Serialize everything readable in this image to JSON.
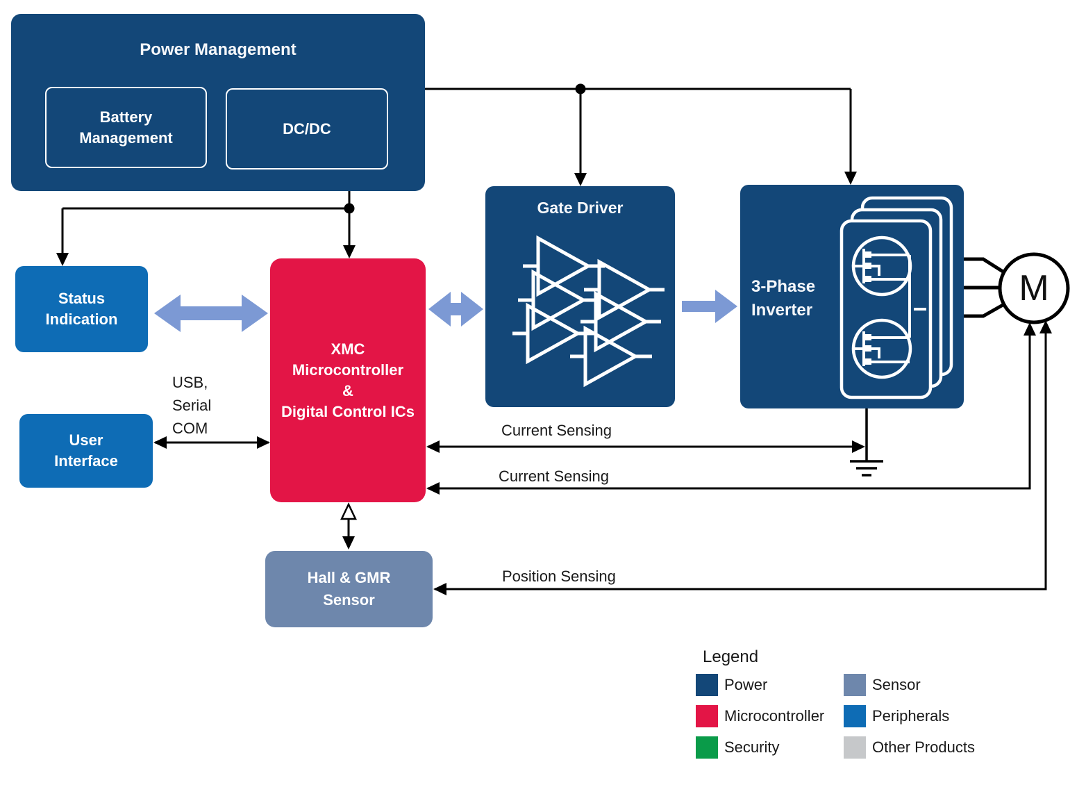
{
  "blocks": {
    "power_management": {
      "title": "Power Management"
    },
    "battery_management": {
      "lines": [
        "Battery",
        "Management"
      ]
    },
    "dc_dc": {
      "label": "DC/DC"
    },
    "status_indication": {
      "lines": [
        "Status",
        "Indication"
      ]
    },
    "user_interface": {
      "lines": [
        "User",
        "Interface"
      ]
    },
    "xmc": {
      "lines": [
        "XMC",
        "Microcontroller",
        "&",
        "Digital Control ICs"
      ]
    },
    "gate_driver": {
      "title": "Gate Driver"
    },
    "inverter": {
      "lines": [
        "3-Phase",
        "Inverter"
      ]
    },
    "hall_sensor": {
      "lines": [
        "Hall & GMR",
        "Sensor"
      ]
    },
    "motor": {
      "label": "M"
    }
  },
  "connection_labels": {
    "usb_serial": {
      "lines": [
        "USB,",
        "Serial",
        "COM"
      ]
    },
    "current_sensing_top": "Current Sensing",
    "current_sensing_bottom": "Current Sensing",
    "position_sensing": "Position Sensing"
  },
  "legend": {
    "title": "Legend",
    "columns": [
      {
        "items": [
          {
            "label": "Power",
            "color": "#134778"
          },
          {
            "label": "Microcontroller",
            "color": "#E31546"
          },
          {
            "label": "Security",
            "color": "#0A9B49"
          }
        ]
      },
      {
        "items": [
          {
            "label": "Sensor",
            "color": "#6E87AC"
          },
          {
            "label": "Peripherals",
            "color": "#0E6CB5"
          },
          {
            "label": "Other Products",
            "color": "#C6C8CA"
          }
        ]
      }
    ]
  },
  "colors": {
    "power": "#134778",
    "microcontroller": "#E31546",
    "security": "#0A9B49",
    "sensor": "#6E87AC",
    "peripherals": "#0E6CB5",
    "other_products": "#C6C8CA",
    "signal_arrow_blue": "#7C99D4",
    "line_black": "#000000"
  }
}
